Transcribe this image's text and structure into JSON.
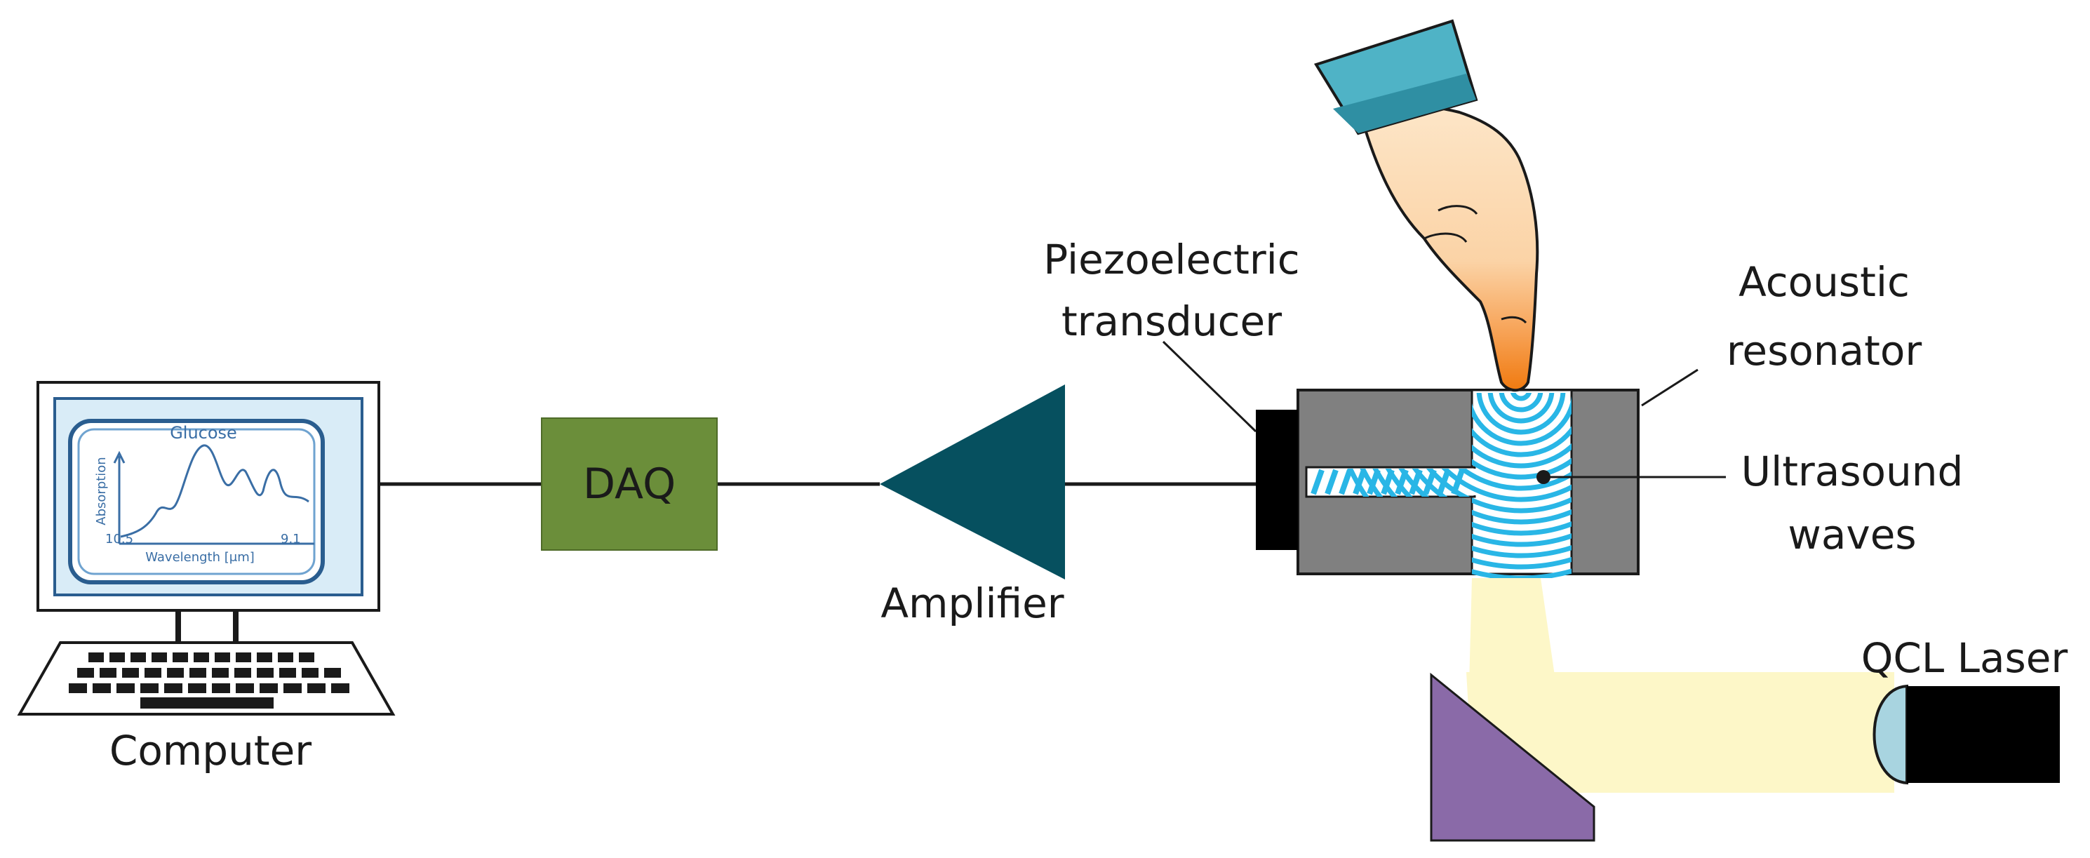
{
  "labels": {
    "computer": "Computer",
    "daq": "DAQ",
    "amplifier": "Amplifier",
    "piezo_line1": "Piezoelectric",
    "piezo_line2": "transducer",
    "acoustic_line1": "Acoustic",
    "acoustic_line2": "resonator",
    "ultrasound_line1": "Ultrasound",
    "ultrasound_line2": "waves",
    "laser": "QCL Laser"
  },
  "screen": {
    "title": "Glucose",
    "yaxis": "Absorption",
    "xaxis": "Wavelength [μm]",
    "x_left": "10.5",
    "x_right": "9.1"
  },
  "colors": {
    "daq": "#6b8e3a",
    "amplifier": "#06505f",
    "resonator": "#808080",
    "prism": "#8a6aa8",
    "wave": "#29b6e6",
    "cuff": "#4fb3c6",
    "beam": "#fdf7c8",
    "finger_tip": "#f07a10"
  }
}
